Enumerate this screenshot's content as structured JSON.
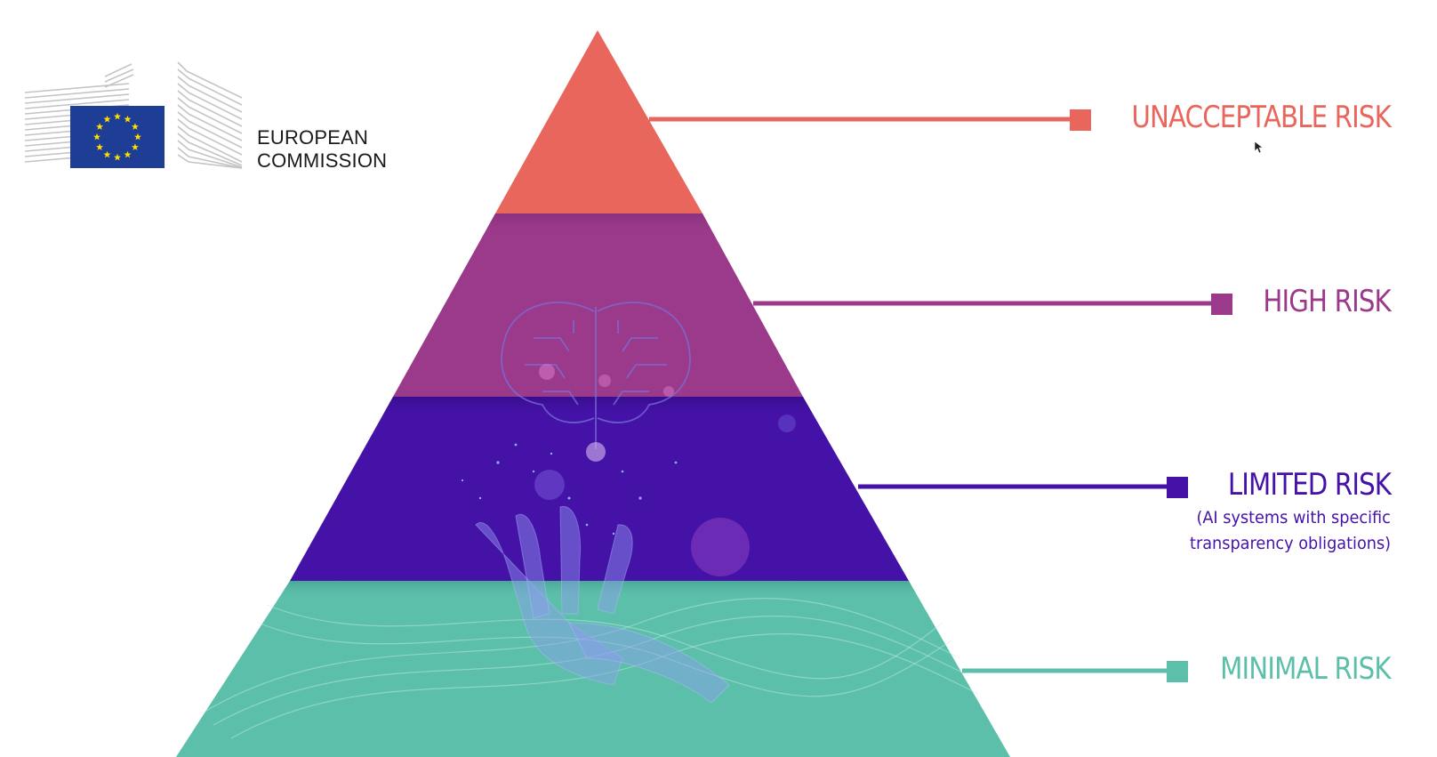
{
  "logo": {
    "line1": "EUROPEAN",
    "line2": "COMMISSION"
  },
  "levels": [
    {
      "label": "UNACCEPTABLE RISK",
      "color": "#e8665c"
    },
    {
      "label": "HIGH RISK",
      "color": "#9b3a8a"
    },
    {
      "label": "LIMITED RISK",
      "sublabel_line1": "(AI systems with specific",
      "sublabel_line2": "transparency obligations)",
      "color": "#4512a8"
    },
    {
      "label": "MINIMAL RISK",
      "color": "#5cbfaa"
    }
  ],
  "colors": {
    "eu_flag_blue": "#1d3e94",
    "eu_flag_star": "#ffdd00",
    "building_grey": "#bfbfbf"
  },
  "icons": [
    "eu-flag-icon",
    "building-icon",
    "brain-circuit-icon",
    "hand-icon",
    "cursor-icon"
  ]
}
